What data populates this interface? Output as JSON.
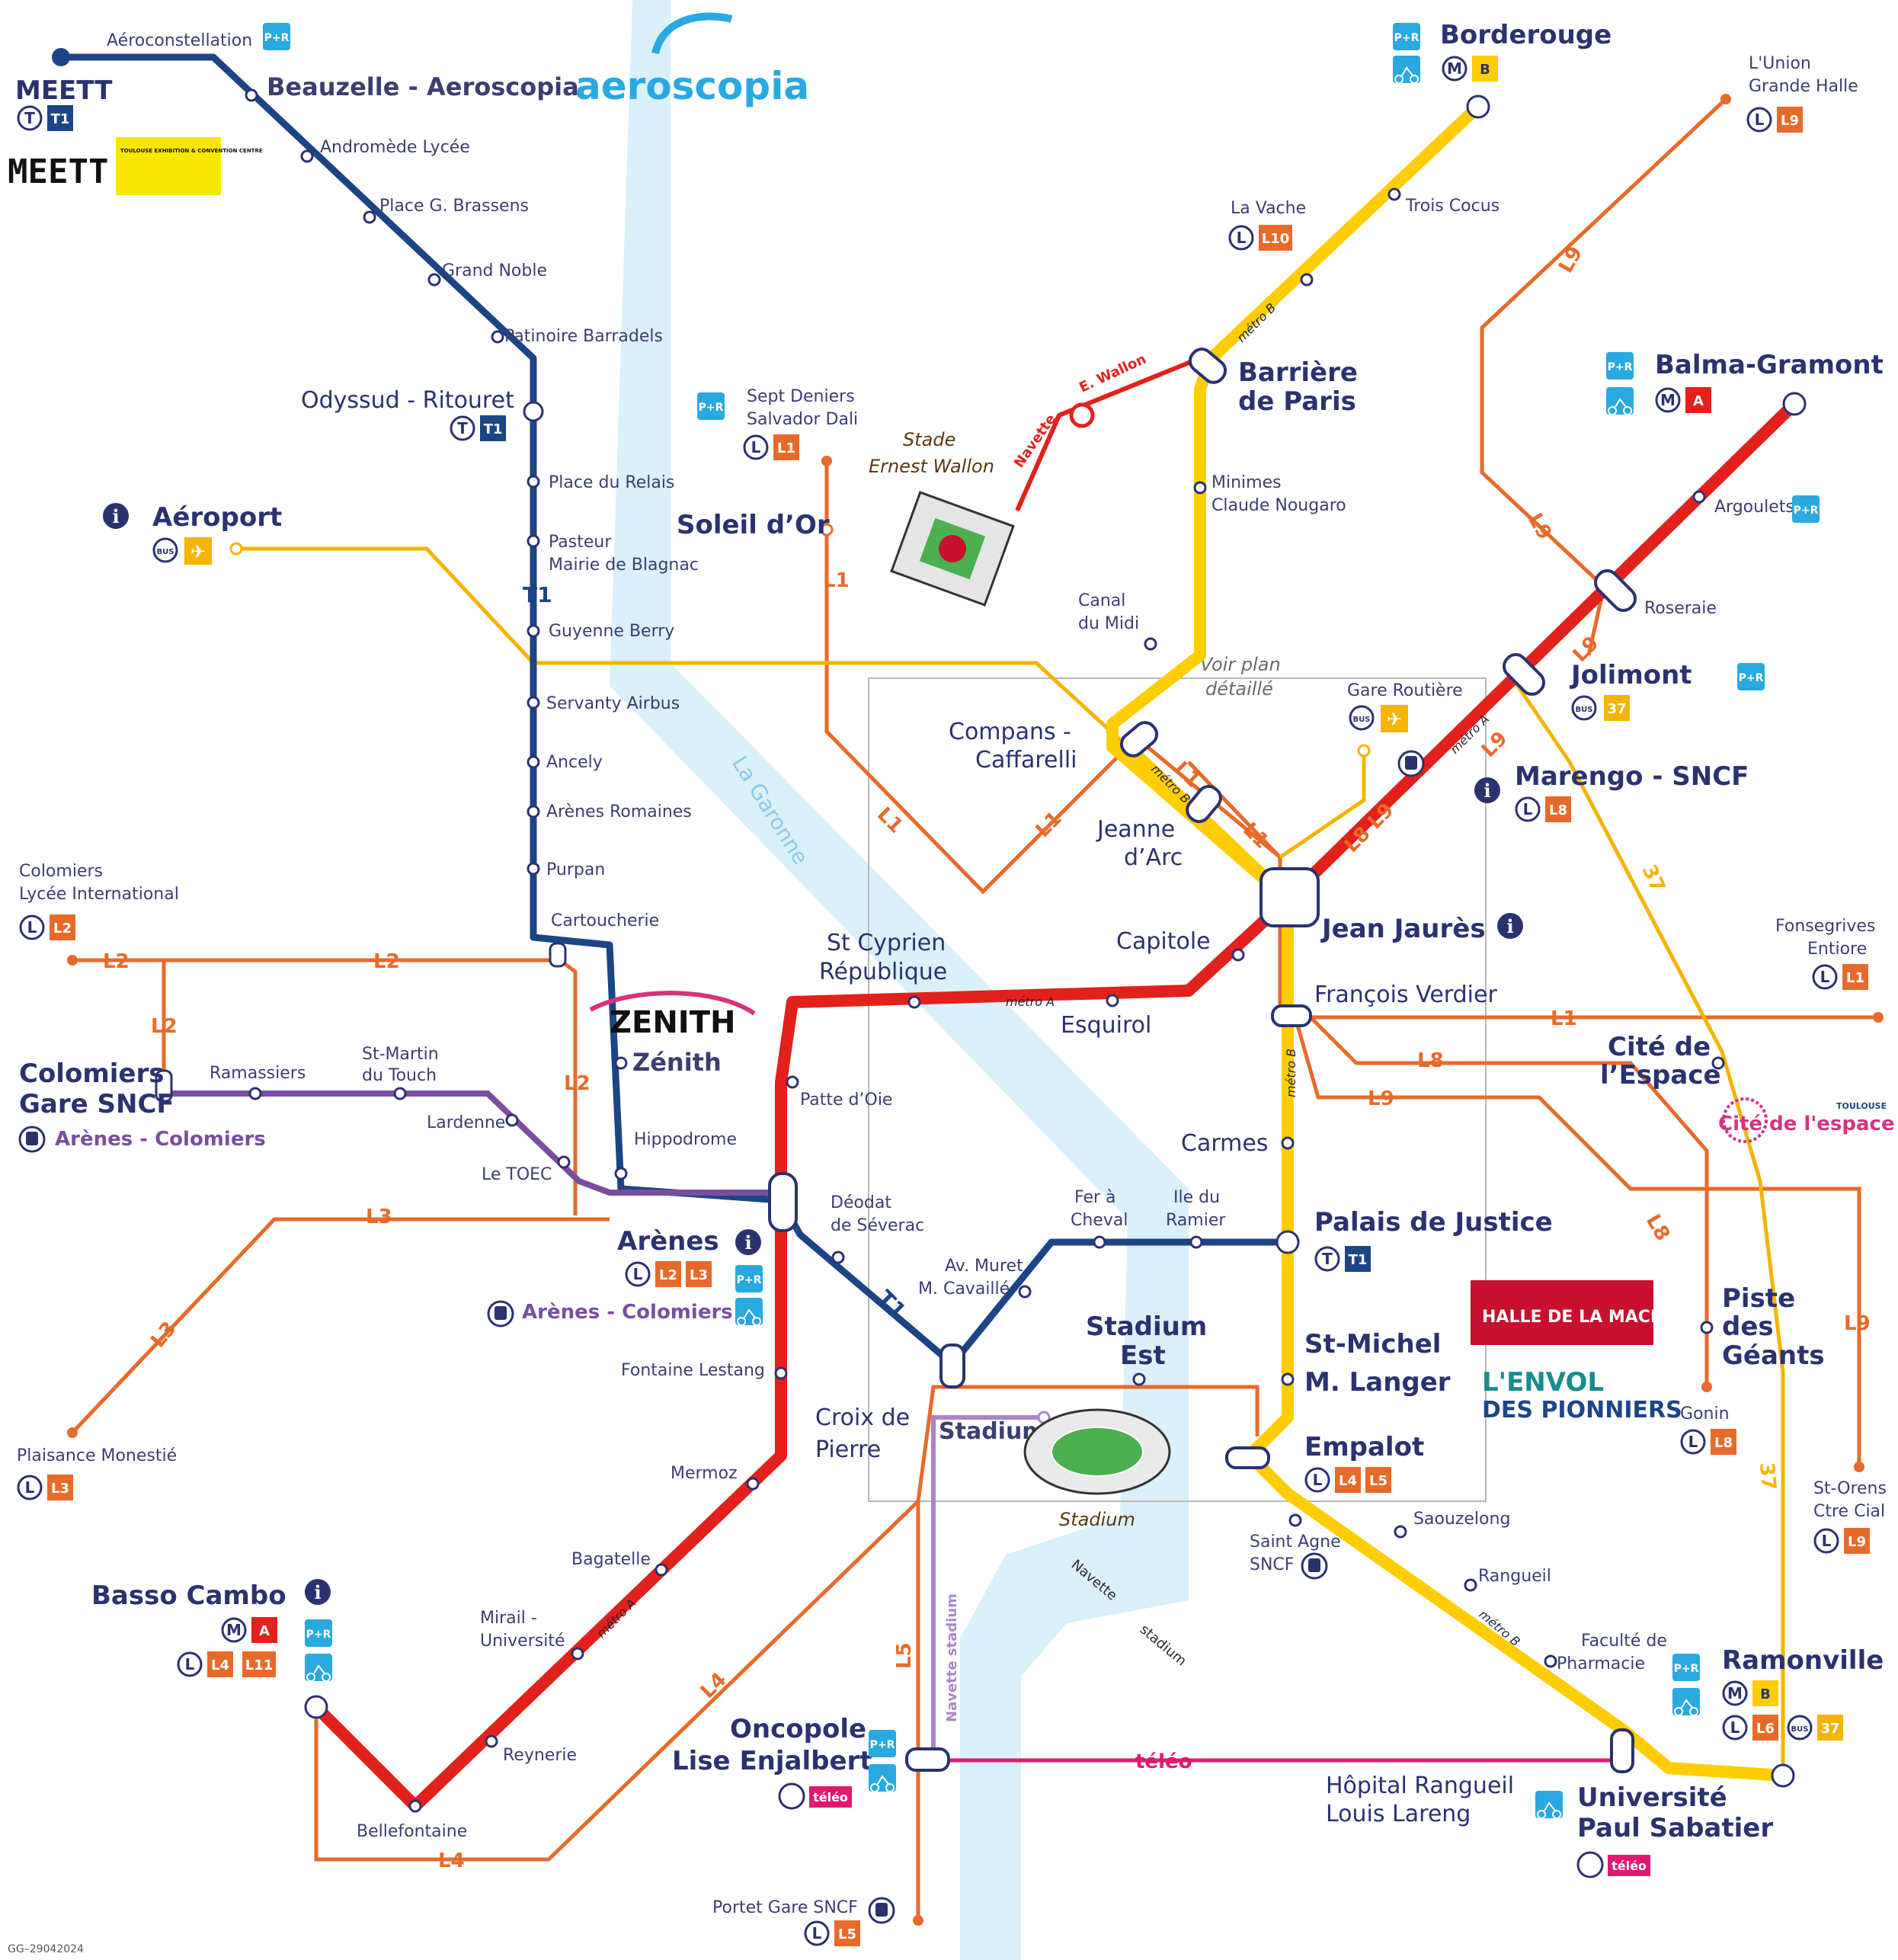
{
  "colors": {
    "metro_a": "#e2211c",
    "metro_b": "#ffcd00",
    "tram": "#1c4586",
    "linebus": "#e86a2a",
    "navette_stadium": "#a985c6",
    "arenes_colomiers": "#7a4e9e",
    "teleo": "#e0196f",
    "bus_airport": "#f4b400",
    "bus_37": "#f4b400",
    "river": "#d6eef9",
    "navette_ewallon": "#e2211c",
    "station_text": "#2b3270"
  },
  "brands": {
    "aeroscopia": "aeroscopia",
    "meett_logo": "MEETT",
    "meett_sub": "TOULOUSE EXHIBITION & CONVENTION CENTRE",
    "zenith": "ZENITH",
    "cite_espace": "Cité de l'espace",
    "cite_espace_small": "TOULOUSE",
    "halle_machine": "HALLE DE LA MACHINE",
    "envol_pionniers_1": "L'ENVOL",
    "envol_pionniers_2": "DES PIONNIERS"
  },
  "places": {
    "stade_ernest_wallon_1": "Stade",
    "stade_ernest_wallon_2": "Ernest Wallon",
    "stadium_venue": "Stadium",
    "voir_plan_1": "Voir plan",
    "voir_plan_2": "détaillé",
    "garonne": "La Garonne",
    "code": "GG–29042024"
  },
  "line_labels": {
    "t1": "T1",
    "metro_a": "métro A",
    "metro_b": "métro B",
    "l1": "L1",
    "l2": "L2",
    "l3": "L3",
    "l4": "L4",
    "l5": "L5",
    "l8": "L8",
    "l9": "L9",
    "l10": "L10",
    "l11": "L11",
    "l6": "L6",
    "bus37": "37",
    "teleo": "téléo",
    "navette_ewallon_1": "Navette",
    "navette_ewallon_2": "E. Wallon",
    "navette_stadium": "Navette stadium",
    "navette_stadium_2a": "Navette",
    "navette_stadium_2b": "stadium",
    "l8l9": "L8 L9"
  },
  "stations": {
    "meett_1": "MEETT",
    "aeroconstellation": "Aéroconstellation",
    "beauzelle": "Beauzelle - Aeroscopia",
    "andromede": "Andromède Lycée",
    "brassens": "Place G. Brassens",
    "grand_noble": "Grand Noble",
    "patinoire": "Patinoire Barradels",
    "odyssud": "Odyssud - Ritouret",
    "place_relais": "Place du Relais",
    "pasteur_1": "Pasteur",
    "pasteur_2": "Mairie de Blagnac",
    "guyenne": "Guyenne Berry",
    "servanty": "Servanty Airbus",
    "ancely": "Ancely",
    "arenes_romaines": "Arènes Romaines",
    "purpan": "Purpan",
    "cartoucherie": "Cartoucherie",
    "zenith": "Zénith",
    "hippodrome": "Hippodrome",
    "arenes": "Arènes",
    "arenes_colomiers": "Arènes - Colomiers",
    "deodat_1": "Déodat",
    "deodat_2": "de Séverac",
    "croix_1": "Croix de",
    "croix_2": "Pierre",
    "muret_1": "Av. Muret",
    "muret_2": "M. Cavaillé",
    "fer_1": "Fer à",
    "fer_2": "Cheval",
    "ile_1": "Ile du",
    "ile_2": "Ramier",
    "palais": "Palais de Justice",
    "aeroport": "Aéroport",
    "sept_deniers_1": "Sept Deniers",
    "sept_deniers_2": "Salvador Dali",
    "soleil": "Soleil d’Or",
    "la_vache": "La Vache",
    "borderouge": "Borderouge",
    "trois_cocus": "Trois Cocus",
    "barriere_1": "Barrière",
    "barriere_2": "de Paris",
    "minimes_1": "Minimes",
    "minimes_2": "Claude Nougaro",
    "canal_1": "Canal",
    "canal_2": "du Midi",
    "compans_1": "Compans -",
    "compans_2": "Caffarelli",
    "jeanne_1": "Jeanne",
    "jeanne_2": "d’Arc",
    "jean_jaures": "Jean Jaurès",
    "francois_verdier": "François Verdier",
    "carmes": "Carmes",
    "st_michel_1": "St-Michel",
    "st_michel_2": "M. Langer",
    "empalot": "Empalot",
    "saint_agne_1": "Saint Agne",
    "saint_agne_2": "SNCF",
    "saouzelong": "Saouzelong",
    "rangueil": "Rangueil",
    "faculte_1": "Faculté de",
    "faculte_2": "Pharmacie",
    "ups_1": "Université",
    "ups_2": "Paul Sabatier",
    "ramonville": "Ramonville",
    "gare_routiere": "Gare Routière",
    "marengo": "Marengo - SNCF",
    "jolimont": "Jolimont",
    "roseraie": "Roseraie",
    "argoulets": "Argoulets",
    "balma": "Balma-Gramont",
    "lunion_1": "L'Union",
    "lunion_2": "Grande Halle",
    "fonsegrives_1": "Fonsegrives",
    "fonsegrives_2": "Entiore",
    "cite_1": "Cité de",
    "cite_2": "l’Espace",
    "piste_1": "Piste",
    "piste_2": "des",
    "piste_3": "Géants",
    "gonin": "Gonin",
    "st_orens_1": "St-Orens",
    "st_orens_2": "Ctre Cial",
    "capitole": "Capitole",
    "esquirol": "Esquirol",
    "st_cyprien_1": "St Cyprien",
    "st_cyprien_2": "République",
    "patte_oie": "Patte d’Oie",
    "fontaine": "Fontaine Lestang",
    "mermoz": "Mermoz",
    "bagatelle": "Bagatelle",
    "mirail_1": "Mirail -",
    "mirail_2": "Université",
    "reynerie": "Reynerie",
    "bellefontaine": "Bellefontaine",
    "basso": "Basso Cambo",
    "colomiers_lycee_1": "Colomiers",
    "colomiers_lycee_2": "Lycée International",
    "colomiers_gare_1": "Colomiers",
    "colomiers_gare_2": "Gare SNCF",
    "ramassiers": "Ramassiers",
    "st_martin_1": "St-Martin",
    "st_martin_2": "du Touch",
    "lardenne": "Lardenne",
    "le_toec": "Le TOEC",
    "plaisance": "Plaisance Monestié",
    "stadium_est_1": "Stadium",
    "stadium_est_2": "Est",
    "stadium": "Stadium",
    "oncopole_1": "Oncopole",
    "oncopole_2": "Lise Enjalbert",
    "hopital_1": "Hôpital Rangueil",
    "hopital_2": "Louis Lareng",
    "portet": "Portet Gare SNCF"
  },
  "badges": {
    "T": "T",
    "M": "M",
    "L": "L",
    "A": "A",
    "B": "B",
    "T1": "T1",
    "L1": "L1",
    "L2": "L2",
    "L3": "L3",
    "L4": "L4",
    "L5": "L5",
    "L6": "L6",
    "L8": "L8",
    "L9": "L9",
    "L10": "L10",
    "L11": "L11",
    "PR": "P+R",
    "BUS": "BUS",
    "B37": "37",
    "info": "i",
    "teleo": "téléo"
  }
}
